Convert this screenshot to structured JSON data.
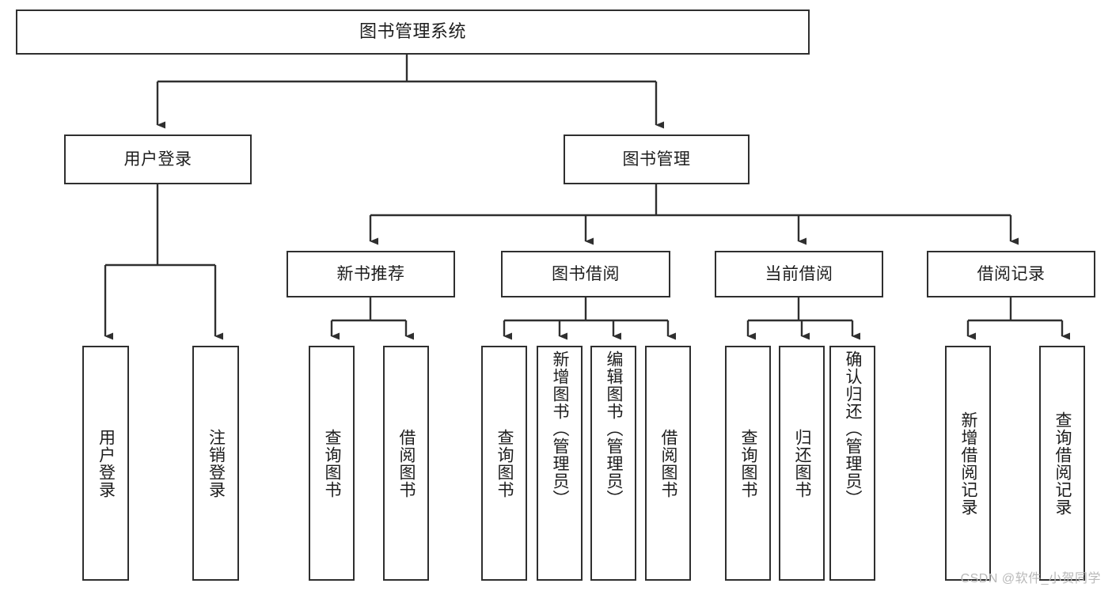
{
  "diagram": {
    "type": "tree",
    "title": "图书管理系统",
    "watermark": "CSDN @软件_小贺同学",
    "colors": {
      "box_border": "#2f2f2f",
      "box_fill": "#ffffff",
      "line": "#2f2f2f",
      "text": "#1d1d1d",
      "watermark": "#b9b9b9",
      "background": "#ffffff"
    },
    "root": {
      "label": "图书管理系统"
    },
    "level2": [
      {
        "label": "用户登录"
      },
      {
        "label": "图书管理"
      }
    ],
    "level3": [
      {
        "label": "新书推荐"
      },
      {
        "label": "图书借阅"
      },
      {
        "label": "当前借阅"
      },
      {
        "label": "借阅记录"
      }
    ],
    "leaves": {
      "user_login": [
        {
          "label": "用户登录"
        },
        {
          "label": "注销登录"
        }
      ],
      "new_book_recommend": [
        {
          "label": "查询图书"
        },
        {
          "label": "借阅图书"
        }
      ],
      "book_borrow": [
        {
          "label": "查询图书"
        },
        {
          "label": "新增图书（管理员）"
        },
        {
          "label": "编辑图书（管理员）"
        },
        {
          "label": "借阅图书"
        }
      ],
      "current_borrow": [
        {
          "label": "查询图书"
        },
        {
          "label": "归还图书"
        },
        {
          "label": "确认归还（管理员）"
        }
      ],
      "borrow_record": [
        {
          "label": "新增借阅记录"
        },
        {
          "label": "查询借阅记录"
        }
      ]
    }
  }
}
